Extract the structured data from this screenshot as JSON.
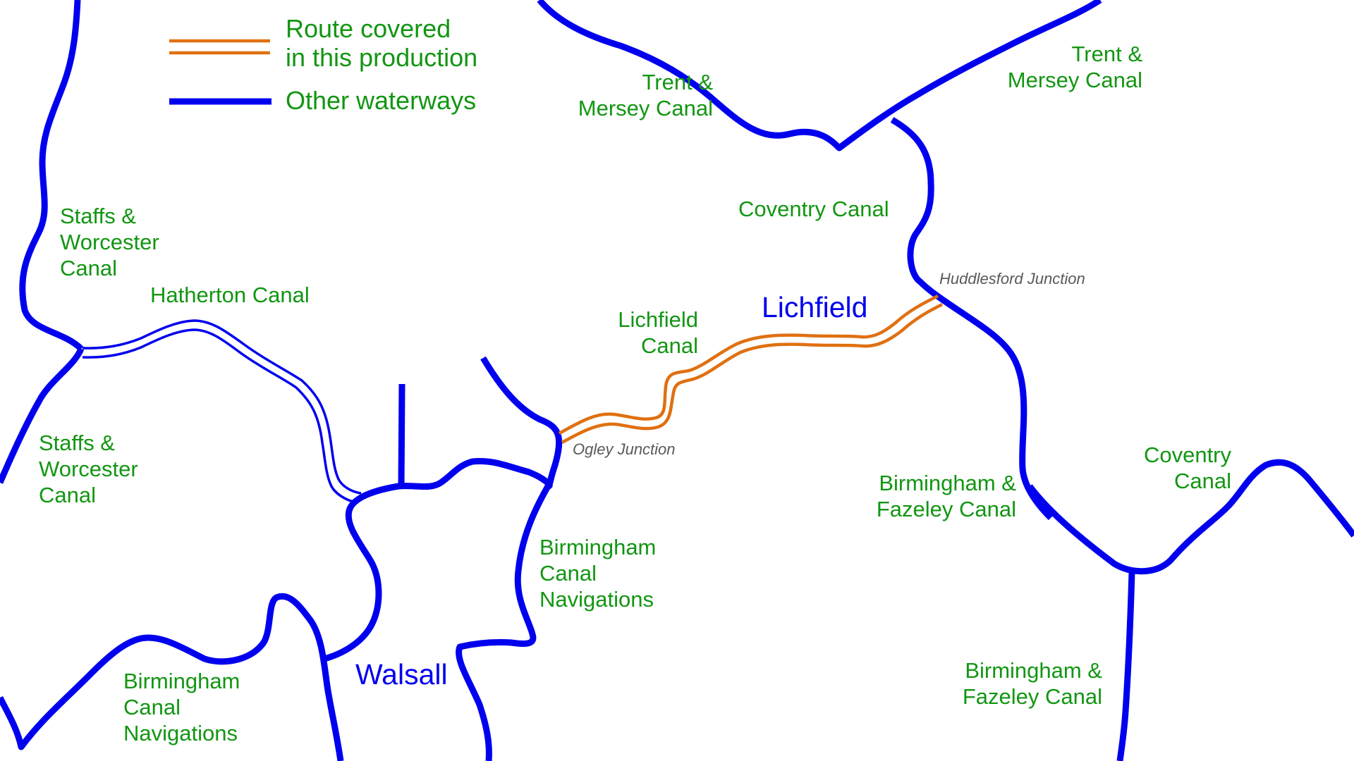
{
  "colors": {
    "other_waterways": "#0000ee",
    "route_covered": "#e07010",
    "canal_label": "#129612",
    "town_label": "#0000ee",
    "junction_label": "#595959",
    "background": "#ffffff"
  },
  "legend": {
    "route_line1": "Route covered",
    "route_line2": "in this production",
    "other": "Other waterways"
  },
  "towns": {
    "lichfield": "Lichfield",
    "walsall": "Walsall"
  },
  "junctions": {
    "huddlesford": "Huddlesford Junction",
    "ogley": "Ogley Junction"
  },
  "canals": {
    "trent_mersey_1": [
      "Trent &",
      "Mersey Canal"
    ],
    "trent_mersey_2": [
      "Trent &",
      "Mersey Canal"
    ],
    "coventry_1": [
      "Coventry Canal"
    ],
    "coventry_2": [
      "Coventry",
      "Canal"
    ],
    "staffs_worcester_1": [
      "Staffs &",
      "Worcester",
      "Canal"
    ],
    "staffs_worcester_2": [
      "Staffs &",
      "Worcester",
      "Canal"
    ],
    "hatherton": [
      "Hatherton Canal"
    ],
    "lichfield": [
      "Lichfield",
      "Canal"
    ],
    "bcn_1": [
      "Birmingham",
      "Canal",
      "Navigations"
    ],
    "bcn_2": [
      "Birmingham",
      "Canal",
      "Navigations"
    ],
    "bf_1": [
      "Birmingham &",
      "Fazeley Canal"
    ],
    "bf_2": [
      "Birmingham &",
      "Fazeley Canal"
    ]
  }
}
